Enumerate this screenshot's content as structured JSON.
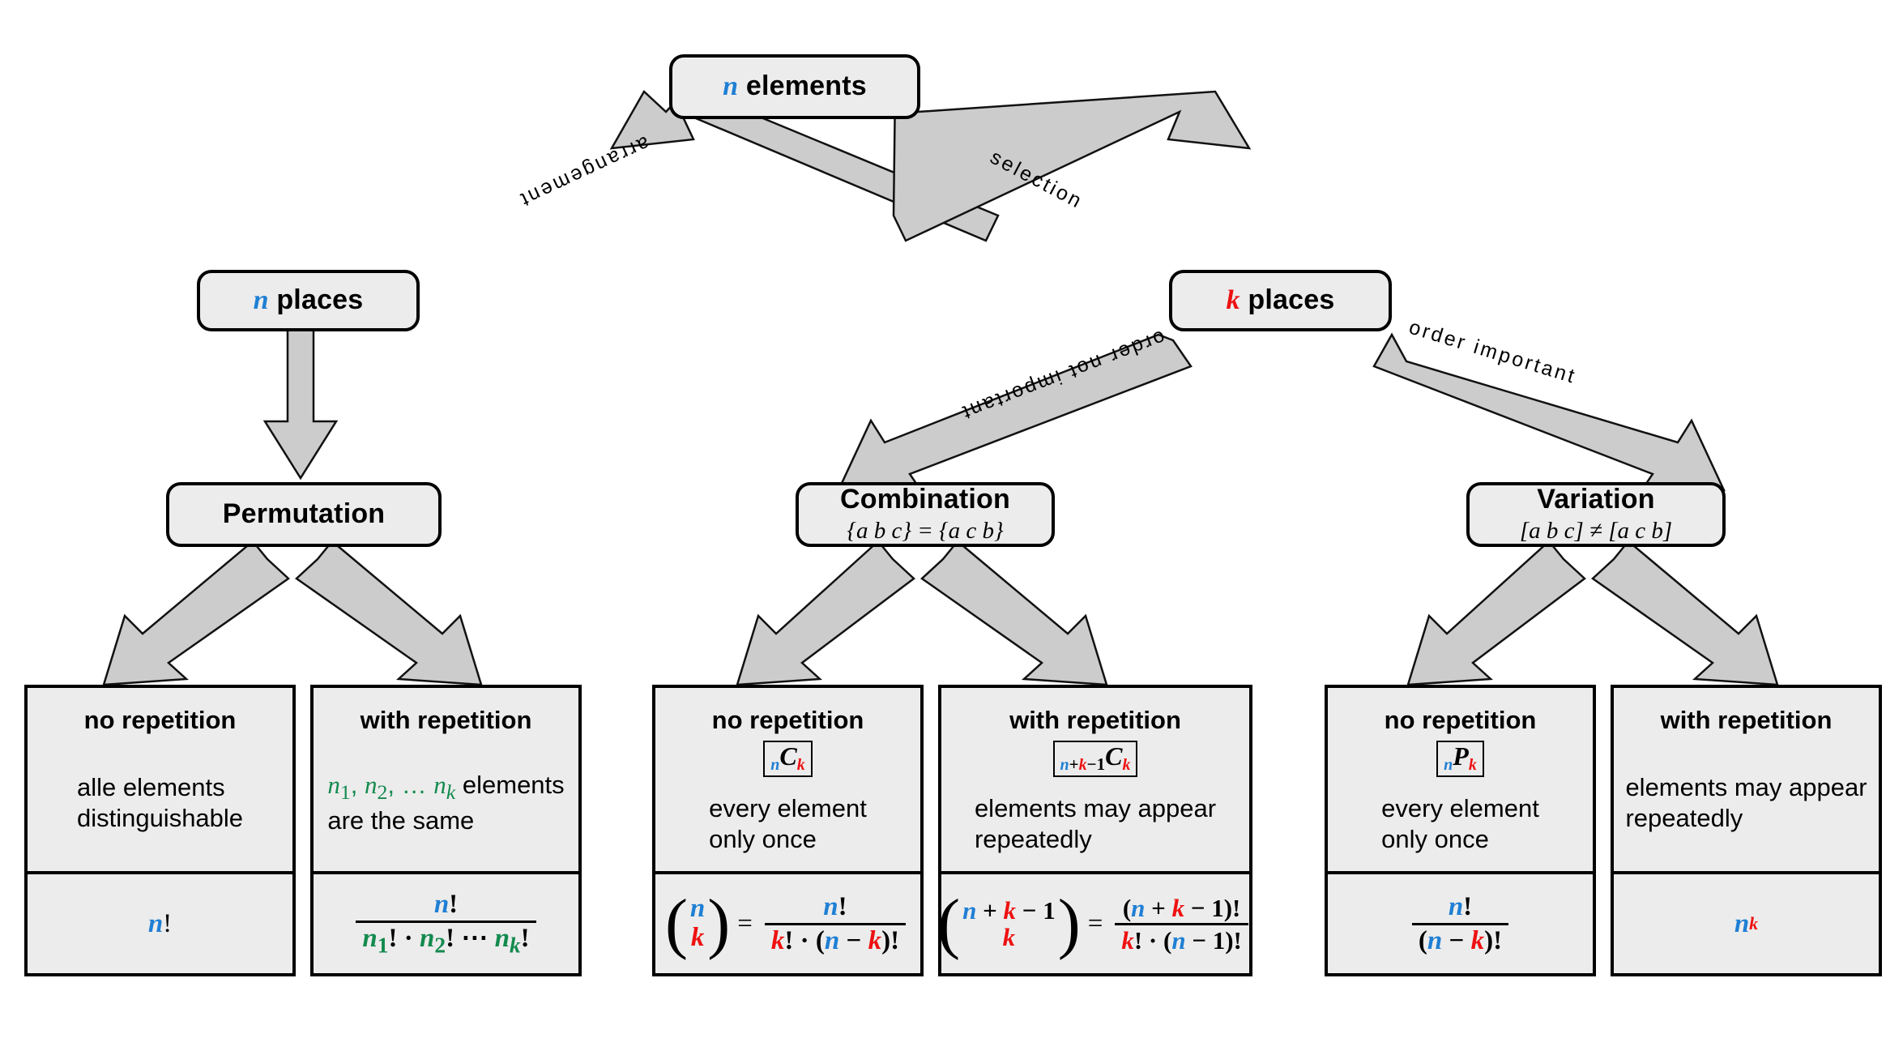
{
  "diagram": {
    "title": "Combinatorics decision tree",
    "colors": {
      "n_color": "#1f7fd4",
      "k_color": "#ee1111",
      "repeat_color": "#138a4e",
      "node_fill": "#ececec",
      "arrow_fill": "#cccccc",
      "outline": "#000000"
    },
    "root": {
      "var": "n",
      "label": "elements"
    },
    "branch_labels": {
      "arrangement": "arrangement",
      "selection": "selection",
      "order_not_important": "order not important",
      "order_important": "order important"
    },
    "places": [
      {
        "var": "n",
        "label": "places"
      },
      {
        "var": "k",
        "label": "places"
      }
    ],
    "categories": [
      {
        "title": "Permutation",
        "subtitle": ""
      },
      {
        "title": "Combination",
        "subtitle": "{a b c} = {a c b}"
      },
      {
        "title": "Variation",
        "subtitle": "[a b c] ≠ [a c b]"
      }
    ],
    "leaves": [
      {
        "head": "no repetition",
        "notation": "",
        "note_line1": "alle elements",
        "note_line2": "distinguishable",
        "formula_text": "n!"
      },
      {
        "head": "with repetition",
        "notation": "",
        "note_line1": "n₁, n₂, … nₖ elements",
        "note_line2": "are the same",
        "formula_text": "n! / (n₁! · n₂! ⋯ nₖ!)"
      },
      {
        "head": "no repetition",
        "notation": "ₙCₖ",
        "note_line1": "every element",
        "note_line2": "only once",
        "formula_text": "(n over k) = n! / (k! · (n − k)!)"
      },
      {
        "head": "with repetition",
        "notation": "ₙ₊ₖ₋₁Cₖ",
        "note_line1": "elements may appear",
        "note_line2": "repeatedly",
        "formula_text": "(n + k − 1 over k) = (n + k − 1)! / (k! · (n − 1)!)"
      },
      {
        "head": "no repetition",
        "notation": "ₙPₖ",
        "note_line1": "every element",
        "note_line2": "only once",
        "formula_text": "n! / (n − k)!"
      },
      {
        "head": "with repetition",
        "notation": "",
        "note_line1": "elements may appear",
        "note_line2": "repeatedly",
        "formula_text": "nᵏ"
      }
    ],
    "math_tokens": {
      "n": "n",
      "k": "k",
      "bang": "!",
      "dot": "·",
      "plus": "+",
      "minus": "−",
      "equals": "=",
      "one": "1",
      "ellipsis": "⋯",
      "n1": "n",
      "n2": "n",
      "nk": "n",
      "sub1": "1",
      "sub2": "2",
      "subk": "k",
      "dots": "…",
      "lparen": "(",
      "rparen": ")",
      "c_letter": "C",
      "p_letter": "P"
    }
  }
}
